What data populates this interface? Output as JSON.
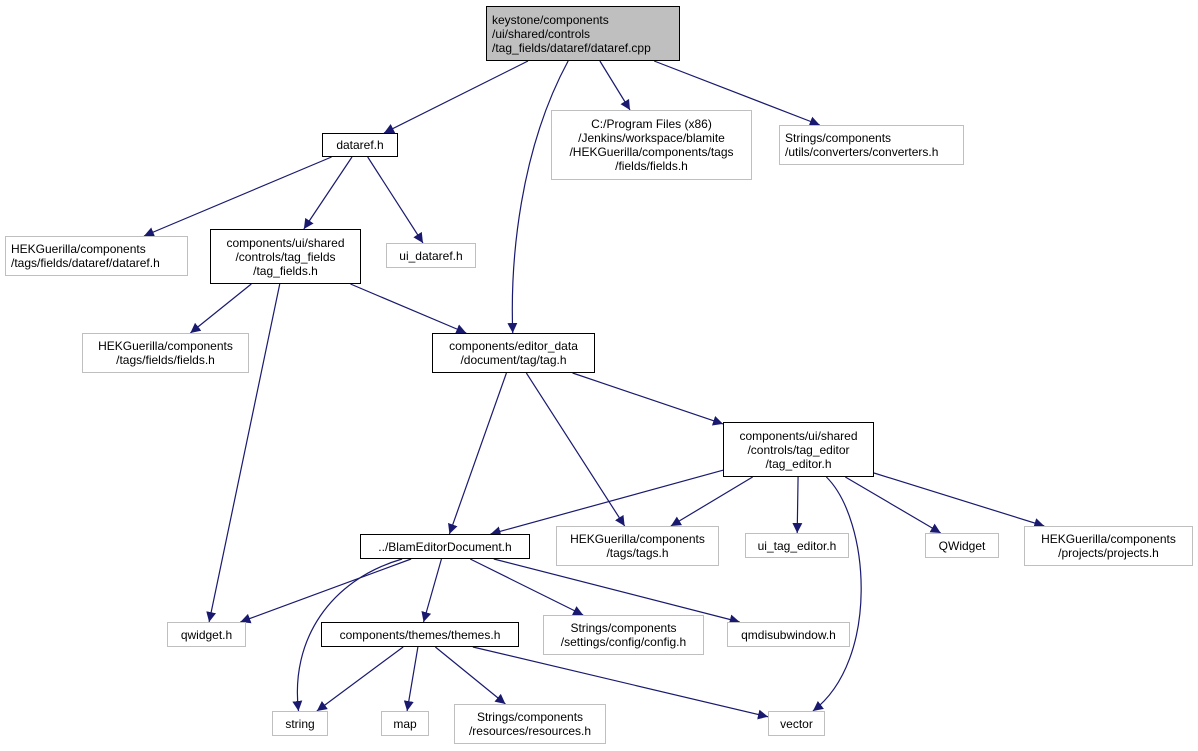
{
  "colors": {
    "edge": "#191970",
    "root_fill": "#bfbfbf",
    "ext_border": "#bfbfbf",
    "local_border": "#000000"
  },
  "nodes": {
    "root": {
      "lines": [
        "keystone/components",
        "/ui/shared/controls",
        "/tag_fields/dataref/dataref.cpp"
      ]
    },
    "dataref_h": {
      "lines": [
        "dataref.h"
      ]
    },
    "fields_h_jenkins": {
      "lines": [
        "C:/Program Files (x86)",
        "/Jenkins/workspace/blamite",
        "/HEKGuerilla/components/tags",
        "/fields/fields.h"
      ]
    },
    "converters_h": {
      "lines": [
        "Strings/components",
        "/utils/converters/converters.h"
      ]
    },
    "hek_dataref_h": {
      "lines": [
        "HEKGuerilla/components",
        "/tags/fields/dataref/dataref.h"
      ]
    },
    "tag_fields_h": {
      "lines": [
        "components/ui/shared",
        "/controls/tag_fields",
        "/tag_fields.h"
      ]
    },
    "ui_dataref_h": {
      "lines": [
        "ui_dataref.h"
      ]
    },
    "hek_fields_h": {
      "lines": [
        "HEKGuerilla/components",
        "/tags/fields/fields.h"
      ]
    },
    "tag_h": {
      "lines": [
        "components/editor_data",
        "/document/tag/tag.h"
      ]
    },
    "tag_editor_h": {
      "lines": [
        "components/ui/shared",
        "/controls/tag_editor",
        "/tag_editor.h"
      ]
    },
    "blam_doc_h": {
      "lines": [
        "../BlamEditorDocument.h"
      ]
    },
    "hek_tags_h": {
      "lines": [
        "HEKGuerilla/components",
        "/tags/tags.h"
      ]
    },
    "ui_tag_editor_h": {
      "lines": [
        "ui_tag_editor.h"
      ]
    },
    "qwidget_cap": {
      "lines": [
        "QWidget"
      ]
    },
    "hek_projects_h": {
      "lines": [
        "HEKGuerilla/components",
        "/projects/projects.h"
      ]
    },
    "qwidget_h": {
      "lines": [
        "qwidget.h"
      ]
    },
    "themes_h": {
      "lines": [
        "components/themes/themes.h"
      ]
    },
    "config_h": {
      "lines": [
        "Strings/components",
        "/settings/config/config.h"
      ]
    },
    "qmdisubwindow_h": {
      "lines": [
        "qmdisubwindow.h"
      ]
    },
    "string": {
      "lines": [
        "string"
      ]
    },
    "map": {
      "lines": [
        "map"
      ]
    },
    "resources_h": {
      "lines": [
        "Strings/components",
        "/resources/resources.h"
      ]
    },
    "vector": {
      "lines": [
        "vector"
      ]
    }
  },
  "edges": [
    [
      "root",
      "dataref_h"
    ],
    [
      "root",
      "tag_h"
    ],
    [
      "root",
      "fields_h_jenkins"
    ],
    [
      "root",
      "converters_h"
    ],
    [
      "dataref_h",
      "hek_dataref_h"
    ],
    [
      "dataref_h",
      "tag_fields_h"
    ],
    [
      "dataref_h",
      "ui_dataref_h"
    ],
    [
      "tag_fields_h",
      "hek_fields_h"
    ],
    [
      "tag_fields_h",
      "tag_h"
    ],
    [
      "tag_fields_h",
      "qwidget_h"
    ],
    [
      "tag_h",
      "blam_doc_h"
    ],
    [
      "tag_h",
      "hek_tags_h"
    ],
    [
      "tag_h",
      "tag_editor_h"
    ],
    [
      "tag_editor_h",
      "blam_doc_h"
    ],
    [
      "tag_editor_h",
      "hek_tags_h"
    ],
    [
      "tag_editor_h",
      "ui_tag_editor_h"
    ],
    [
      "tag_editor_h",
      "qwidget_cap"
    ],
    [
      "tag_editor_h",
      "hek_projects_h"
    ],
    [
      "tag_editor_h",
      "vector"
    ],
    [
      "blam_doc_h",
      "qwidget_h"
    ],
    [
      "blam_doc_h",
      "string"
    ],
    [
      "blam_doc_h",
      "themes_h"
    ],
    [
      "blam_doc_h",
      "config_h"
    ],
    [
      "blam_doc_h",
      "qmdisubwindow_h"
    ],
    [
      "themes_h",
      "string"
    ],
    [
      "themes_h",
      "map"
    ],
    [
      "themes_h",
      "resources_h"
    ],
    [
      "themes_h",
      "vector"
    ]
  ]
}
